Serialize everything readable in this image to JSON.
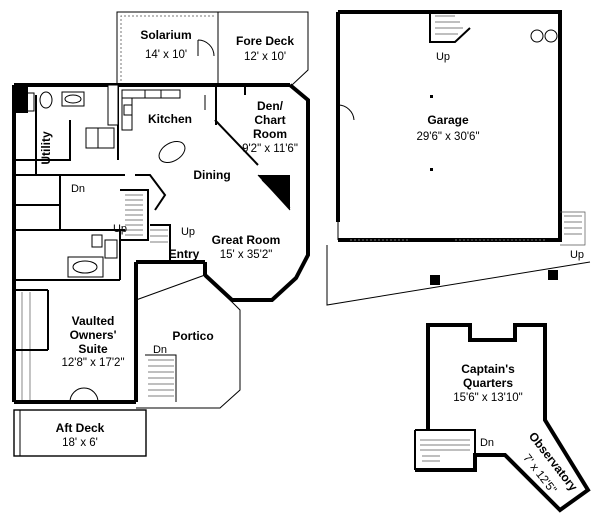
{
  "rooms": {
    "solarium": {
      "name": "Solarium",
      "size": "14' x 10'"
    },
    "fore_deck": {
      "name": "Fore Deck",
      "size": "12' x 10'"
    },
    "kitchen": {
      "name": "Kitchen"
    },
    "den": {
      "name_line1": "Den/",
      "name_line2": "Chart",
      "name_line3": "Room",
      "size": "9'2\" x 11'6\""
    },
    "utility": {
      "name": "Utility"
    },
    "dining": {
      "name": "Dining"
    },
    "great_room": {
      "name": "Great Room",
      "size": "15' x 35'2\""
    },
    "entry": {
      "name": "Entry"
    },
    "owners_suite": {
      "name_line1": "Vaulted",
      "name_line2": "Owners'",
      "name_line3": "Suite",
      "size": "12'8\" x 17'2\""
    },
    "portico": {
      "name": "Portico"
    },
    "aft_deck": {
      "name": "Aft Deck",
      "size": "18' x 6'"
    },
    "garage": {
      "name": "Garage",
      "size": "29'6\" x 30'6\""
    },
    "captains_quarters": {
      "name_line1": "Captain's",
      "name_line2": "Quarters",
      "size": "15'6\" x 13'10\""
    },
    "observatory": {
      "name": "Observatory",
      "size": "7' x 12'5\""
    }
  },
  "stair_labels": {
    "dn_utility": "Dn",
    "up_main": "Up",
    "up_entry": "Up",
    "dn_portico": "Dn",
    "up_garage_top": "Up",
    "up_garage_right": "Up",
    "dn_captain": "Dn"
  }
}
